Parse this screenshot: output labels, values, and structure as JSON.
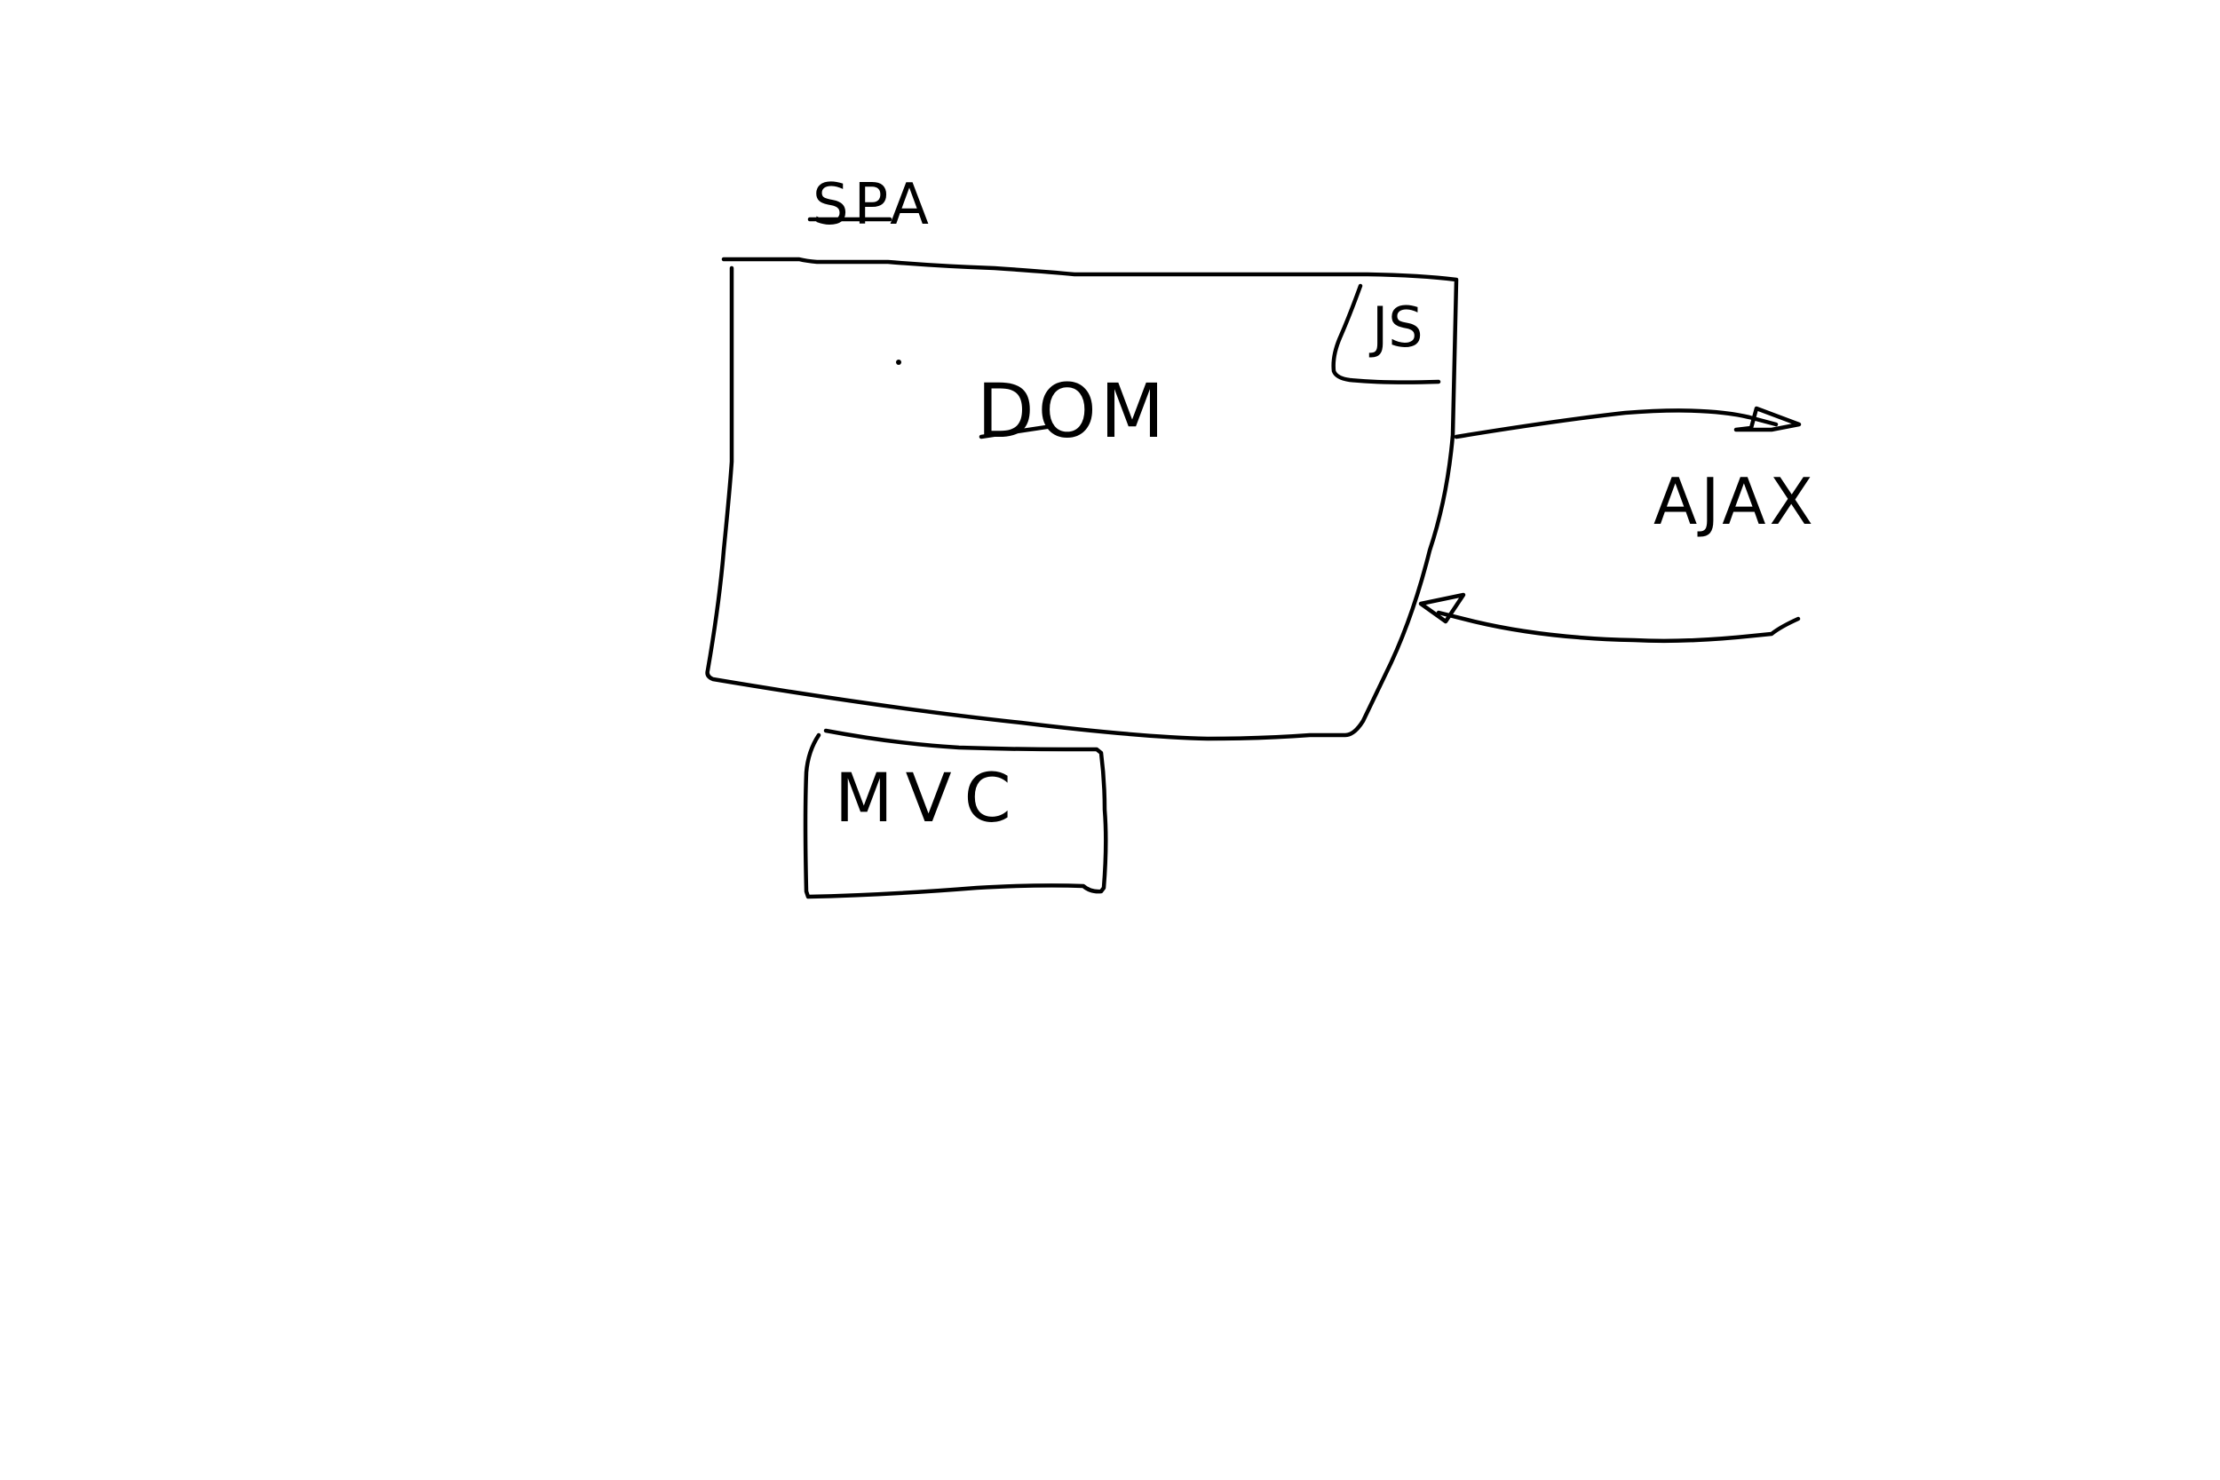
{
  "diagram": {
    "labels": {
      "spa": "SPA",
      "dom": "DOM",
      "js": "JS",
      "mvc": "MVC",
      "ajax": "AJAX"
    },
    "ink_color": "#000000",
    "background_color": "#ffffff"
  }
}
